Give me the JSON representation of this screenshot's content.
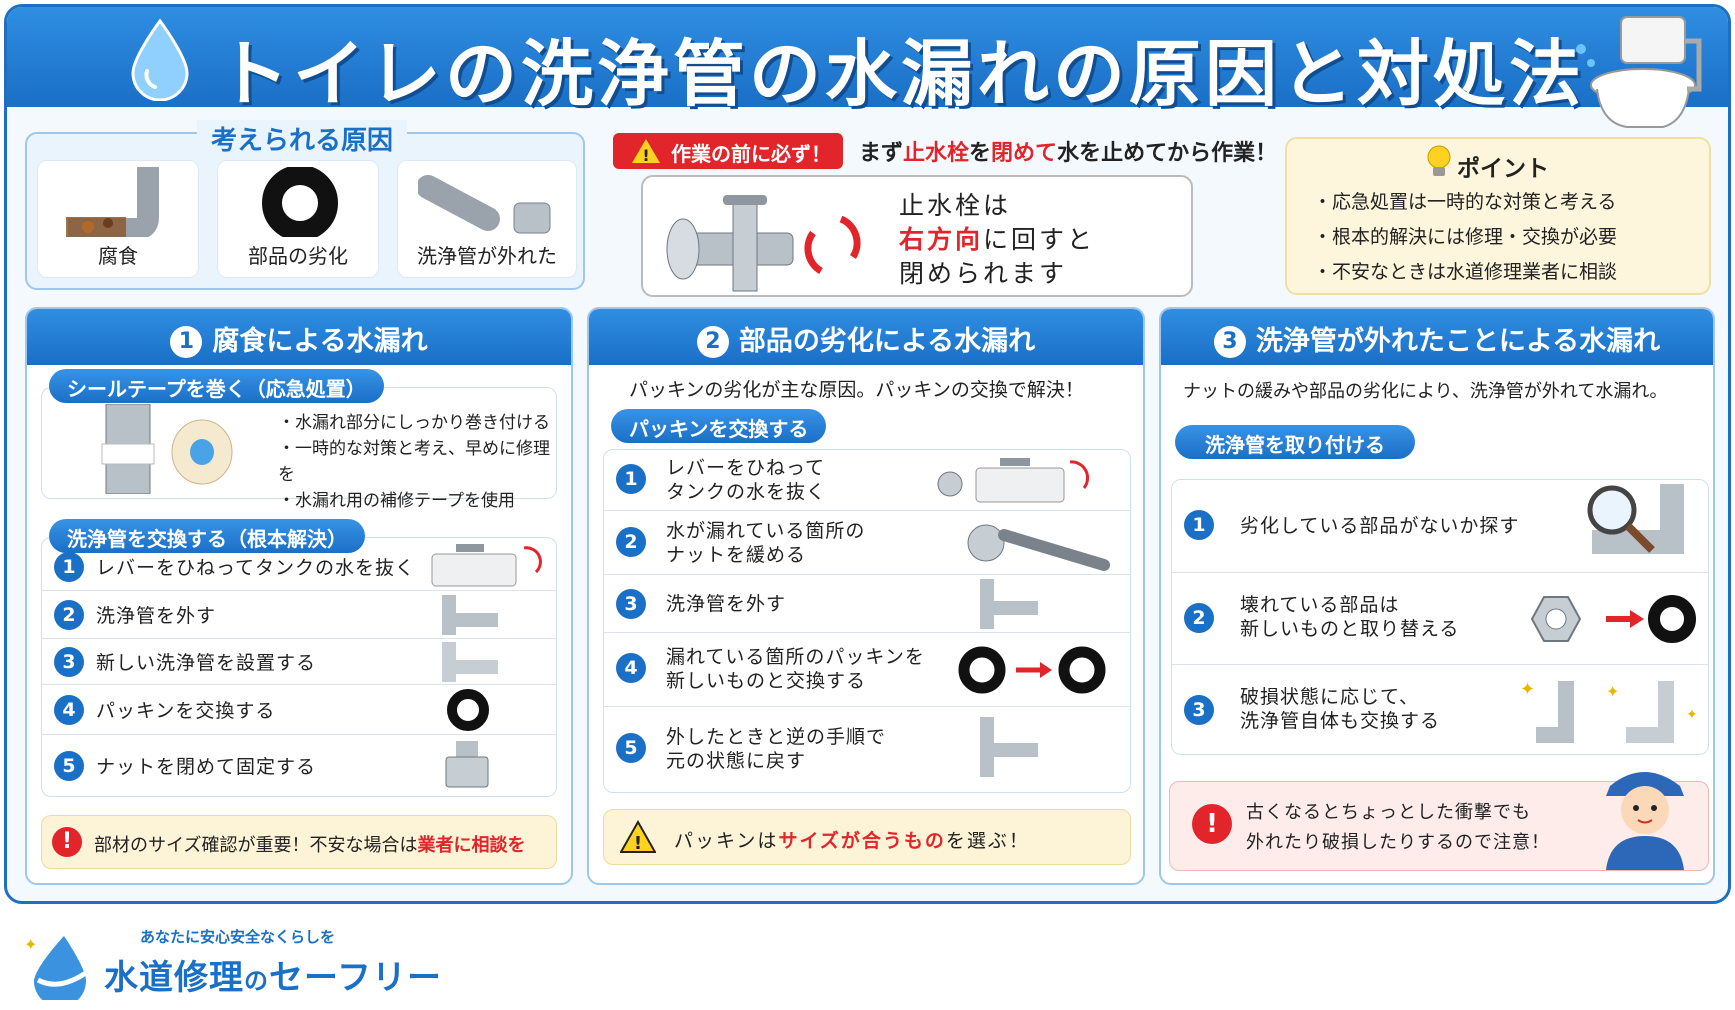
{
  "title": "トイレの洗浄管の水漏れの原因と対処法",
  "causes": {
    "label": "考えられる原因",
    "items": [
      "腐食",
      "部品の劣化",
      "洗浄管が外れた"
    ]
  },
  "warning": {
    "tag": "作業の前に必ず！",
    "line_a": "まず",
    "line_b": "止水栓",
    "line_c": "を",
    "line_d": "閉めて",
    "line_e": "水を止めてから作業！",
    "valve_1": "止水栓は",
    "valve_2a": "右方向",
    "valve_2b": "に回すと",
    "valve_3": "閉められます"
  },
  "point": {
    "title": "ポイント",
    "items": [
      "・応急処置は一時的な対策と考える",
      "・根本的解決には修理・交換が必要",
      "・不安なときは水道修理業者に相談"
    ]
  },
  "sections": [
    {
      "num": "1",
      "title": "腐食による水漏れ",
      "pill1": "シールテープを巻く（応急処置）",
      "bullets": [
        "・水漏れ部分にしっかり巻き付ける",
        "・一時的な対策と考え、早めに修理を",
        "・水漏れ用の補修テープを使用"
      ],
      "pill2": "洗浄管を交換する（根本解決）",
      "steps": [
        "レバーをひねってタンクの水を抜く",
        "洗浄管を外す",
        "新しい洗浄管を設置する",
        "パッキンを交換する",
        "ナットを閉めて固定する"
      ],
      "alert_a": "部材のサイズ確認が重要！不安な場合は",
      "alert_b": "業者に相談を"
    },
    {
      "num": "2",
      "title": "部品の劣化による水漏れ",
      "desc": "パッキンの劣化が主な原因。パッキンの交換で解決！",
      "pill": "パッキンを交換する",
      "steps": [
        [
          "レバーをひねって",
          "タンクの水を抜く"
        ],
        [
          "水が漏れている箇所の",
          "ナットを緩める"
        ],
        [
          "洗浄管を外す",
          ""
        ],
        [
          "漏れている箇所のパッキンを",
          "新しいものと交換する"
        ],
        [
          "外したときと逆の手順で",
          "元の状態に戻す"
        ]
      ],
      "alert_a": "パッキンは",
      "alert_b": "サイズが合うもの",
      "alert_c": "を選ぶ！"
    },
    {
      "num": "3",
      "title": "洗浄管が外れたことによる水漏れ",
      "desc": "ナットの緩みや部品の劣化により、洗浄管が外れて水漏れ。",
      "pill": "洗浄管を取り付ける",
      "steps": [
        [
          "劣化している部品がないか探す",
          ""
        ],
        [
          "壊れている部品は",
          "新しいものと取り替える"
        ],
        [
          "破損状態に応じて、",
          "洗浄管自体も交換する"
        ]
      ],
      "alert_1": "古くなるとちょっとした衝撃でも",
      "alert_2": "外れたり破損したりするので注意！"
    }
  ],
  "logo": {
    "tagline": "あなたに安心安全なくらしを",
    "name_a": "水道修理",
    "name_b": "の",
    "name_c": "セーフリー"
  },
  "colors": {
    "primary": "#1a6fc6",
    "accent": "#e2252b",
    "point_bg": "#fdf6dc"
  }
}
